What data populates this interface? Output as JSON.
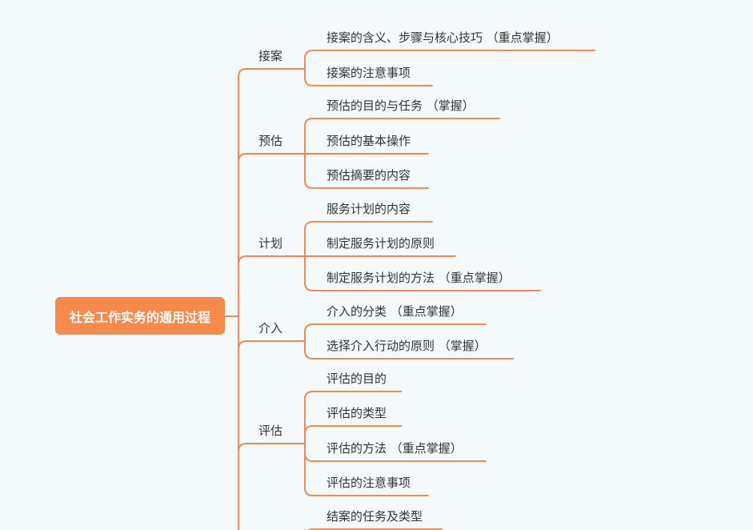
{
  "mindmap": {
    "root": "社会工作实务的通用过程",
    "line_color": "#f68a4a",
    "branches": [
      {
        "label": "接案",
        "children": [
          "接案的含义、步骤与核心技巧 （重点掌握）",
          "接案的注意事项"
        ]
      },
      {
        "label": "预估",
        "children": [
          "预估的目的与任务 （掌握）",
          "预估的基本操作",
          "预估摘要的内容"
        ]
      },
      {
        "label": "计划",
        "children": [
          "服务计划的内容",
          "制定服务计划的原则",
          "制定服务计划的方法 （重点掌握）"
        ]
      },
      {
        "label": "介入",
        "children": [
          "介入的分类 （重点掌握）",
          "选择介入行动的原则 （掌握）"
        ]
      },
      {
        "label": "评估",
        "children": [
          "评估的目的",
          "评估的类型",
          "评估的方法 （重点掌握）",
          "评估的注意事项"
        ]
      },
      {
        "label": "",
        "children": [
          "结案的任务及类型"
        ]
      }
    ]
  }
}
